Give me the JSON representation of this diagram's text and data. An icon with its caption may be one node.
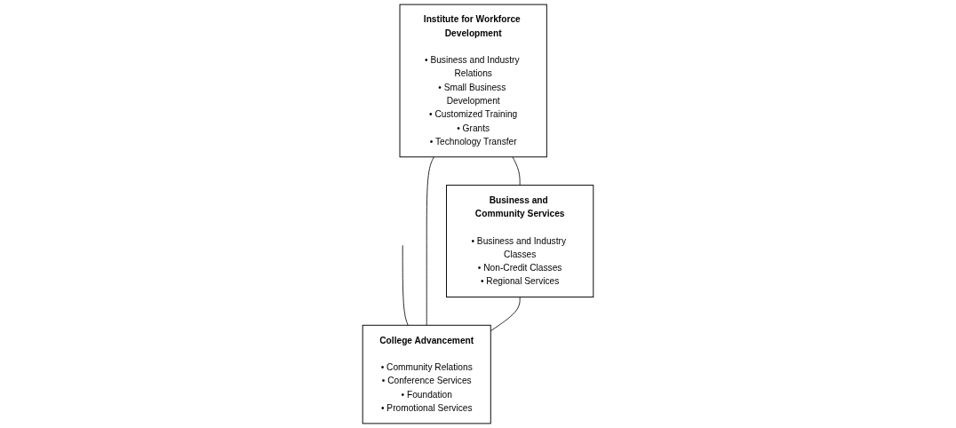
{
  "diagram": {
    "nodes": [
      {
        "text": [
          "Institute for Workforce Development",
          "• Business and Industry Relations",
          "• Small Business Development",
          "• Customized Training",
          "• Grants",
          "• Technology Transfer"
        ]
      },
      {
        "text": [
          "Business and Community Services",
          "• Business and Industry Classes",
          "• Non-Credit Classes",
          "• Regional Services"
        ]
      },
      {
        "text": [
          "College Advancement",
          "• Community Relations",
          "• Conference Services",
          "• Foundation",
          "• Promotional Services"
        ]
      }
    ],
    "edges": [
      {
        "from": null,
        "to": 2,
        "arrow": "none"
      },
      {
        "from": 0,
        "to": 1,
        "arrow": "none"
      },
      {
        "from": 0,
        "to": 2,
        "arrow": "none"
      },
      {
        "from": 1,
        "to": 2,
        "arrow": "none"
      }
    ]
  }
}
